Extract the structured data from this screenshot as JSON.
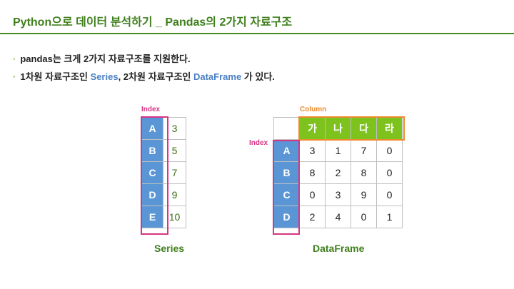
{
  "title": "Python으로 데이터 분석하기 _ Pandas의 2가지 자료구조",
  "bullet1": {
    "dot": "·",
    "text": "pandas는 크게 2가지 자료구조를 지원한다."
  },
  "bullet2": {
    "dot": "·",
    "part1": "1차원 자료구조인 ",
    "series_word": "Series",
    "part2": ", 2차원 자료구조인 ",
    "dataframe_word": "DataFrame",
    "part3": " 가 있다."
  },
  "series": {
    "index_label": "Index",
    "caption": "Series",
    "rows": [
      {
        "index": "A",
        "value": "3"
      },
      {
        "index": "B",
        "value": "5"
      },
      {
        "index": "C",
        "value": "7"
      },
      {
        "index": "D",
        "value": "9"
      },
      {
        "index": "E",
        "value": "10"
      }
    ]
  },
  "dataframe": {
    "column_label": "Column",
    "index_label": "Index",
    "caption": "DataFrame",
    "columns": [
      "가",
      "나",
      "다",
      "라"
    ],
    "rows": [
      {
        "index": "A",
        "values": [
          "3",
          "1",
          "7",
          "0"
        ]
      },
      {
        "index": "B",
        "values": [
          "8",
          "2",
          "8",
          "0"
        ]
      },
      {
        "index": "C",
        "values": [
          "0",
          "3",
          "9",
          "0"
        ]
      },
      {
        "index": "D",
        "values": [
          "2",
          "4",
          "0",
          "1"
        ]
      }
    ]
  },
  "colors": {
    "title_green": "#3f7f1c",
    "index_blue": "#5a96d6",
    "column_green": "#7ec21e",
    "highlight_pink": "#d63583",
    "highlight_orange": "#ed8a2d",
    "keyword_blue": "#4a7fc1"
  }
}
